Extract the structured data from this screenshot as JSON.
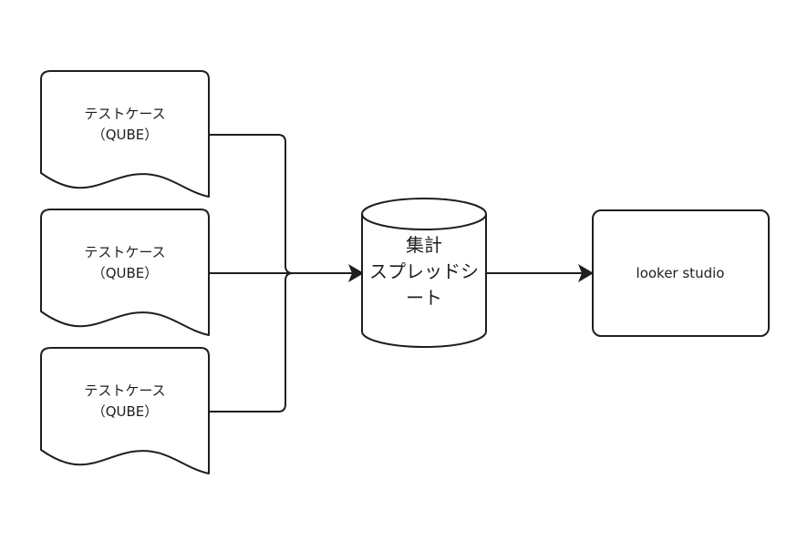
{
  "documents": [
    {
      "line1": "テストケース",
      "line2": "（QUBE）"
    },
    {
      "line1": "テストケース",
      "line2": "（QUBE）"
    },
    {
      "line1": "テストケース",
      "line2": "（QUBE）"
    }
  ],
  "database": {
    "line1": "集計",
    "line2": "スプレッドシ",
    "line3": "ート"
  },
  "output": {
    "label": "looker studio"
  },
  "colors": {
    "stroke": "#1e1e1e",
    "fill": "#ffffff",
    "background": "#ffffff"
  }
}
